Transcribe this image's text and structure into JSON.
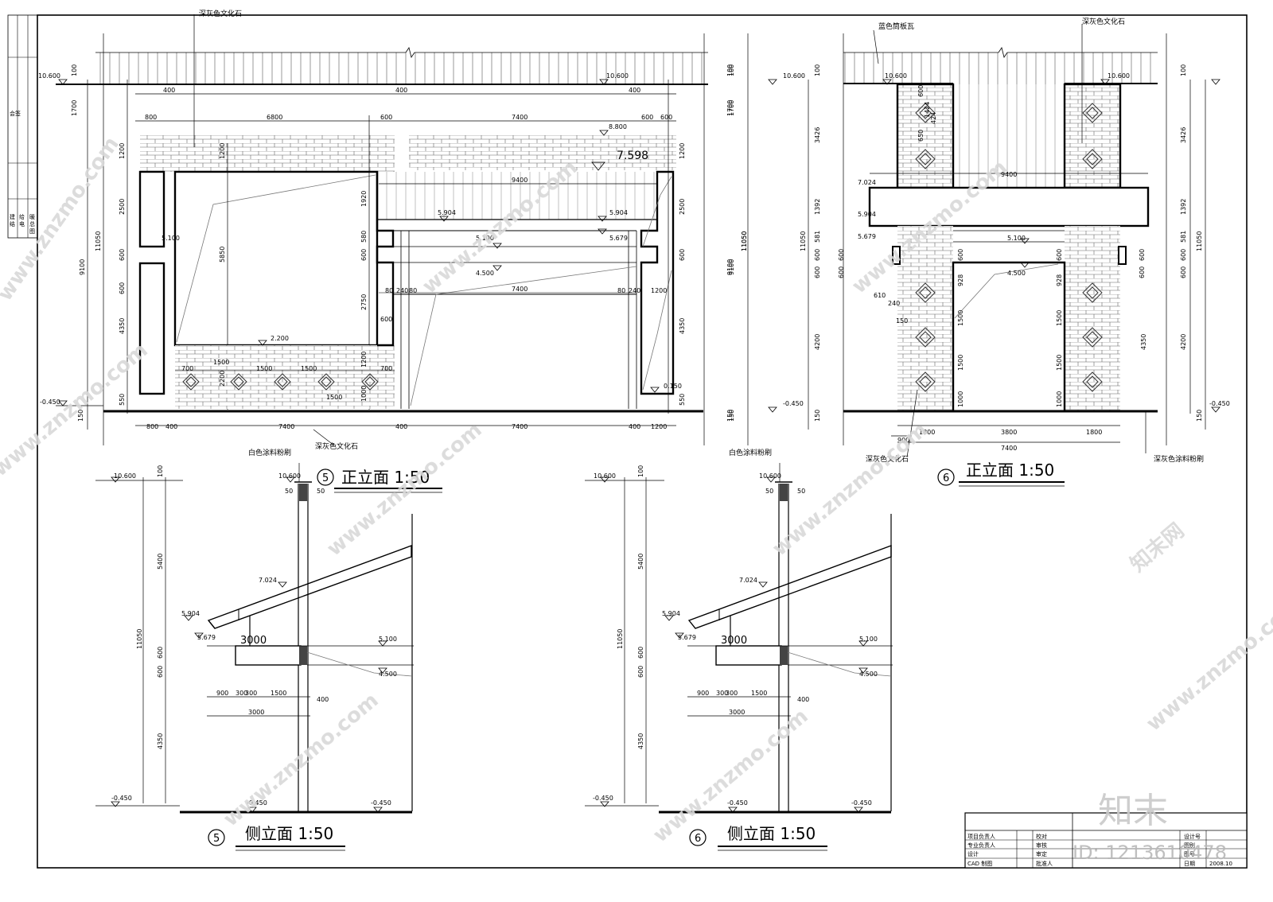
{
  "drawing": {
    "elev5_front": {
      "title": "正立面 1:50",
      "num": "5",
      "label_top": "深灰色文化石",
      "label_bottom": "深灰色文化石",
      "elev_left": [
        "10.600",
        "-0.450"
      ],
      "elev_inner": [
        "10.600",
        "8.800",
        "7.598",
        "5.904",
        "5.904",
        "5.679",
        "5.100",
        "5.100",
        "4.500",
        "2.200",
        "0.150"
      ],
      "dims_left": [
        "100",
        "1700",
        "1200",
        "2500",
        "600",
        "4350",
        "550",
        "150",
        "11050",
        "9100"
      ],
      "dims_right": [
        "100",
        "1700",
        "1200",
        "2500",
        "600",
        "4350",
        "550",
        "150",
        "11050",
        "9100"
      ],
      "dims_top": [
        "400",
        "400",
        "400",
        "800",
        "6800",
        "600",
        "7400",
        "600",
        "600",
        "9400"
      ],
      "dims_bottom": [
        "800",
        "400",
        "7400",
        "400",
        "7400",
        "400",
        "1200"
      ],
      "dims_inner": [
        "5850",
        "1200",
        "1920",
        "580",
        "600",
        "2750",
        "600",
        "2200",
        "1200",
        "1000",
        "700",
        "1500",
        "1500",
        "1500",
        "700",
        "1500",
        "80",
        "240",
        "80",
        "7400",
        "80",
        "240",
        "1200",
        "600",
        "5100"
      ]
    },
    "elev6_front": {
      "title": "正立面 1:50",
      "num": "6",
      "label_top_left": "蓝色筒板瓦",
      "label_top_right": "深灰色文化石",
      "label_bottom_left": "深灰色文化石",
      "label_bottom_right": "深灰色涂料粉刷",
      "elevs": [
        "10.600",
        "10.600",
        "10.600",
        "7.024",
        "5.904",
        "5.679",
        "5.100",
        "4.500",
        "-0.450",
        "-0.450"
      ],
      "dims_left": [
        "100",
        "3426",
        "1392",
        "581",
        "600",
        "600",
        "4200",
        "150",
        "11050"
      ],
      "dims_right": [
        "100",
        "3426",
        "1392",
        "581",
        "600",
        "600",
        "4200",
        "150",
        "11050"
      ],
      "dims_far": [
        "100",
        "1700",
        "11050",
        "9100",
        "4350",
        "150"
      ],
      "dims_inner": [
        "600",
        "1424",
        "424",
        "650",
        "9400",
        "928",
        "1500",
        "1500",
        "1000",
        "928",
        "1500",
        "1500",
        "1000",
        "600",
        "600",
        "600",
        "600",
        "610",
        "240",
        "150",
        "600",
        "600"
      ],
      "dims_bottom": [
        "1800",
        "3800",
        "1800",
        "7400",
        "900"
      ]
    },
    "side5": {
      "title": "侧立面 1:50",
      "num": "5",
      "label": "白色涂料粉刷",
      "elevs": [
        "10.600",
        "7.024",
        "5.904",
        "5.679",
        "5.100",
        "4.500",
        "-0.450",
        "-0.450",
        "-0.450"
      ],
      "dims_v": [
        "100",
        "5400",
        "11050",
        "600",
        "600",
        "4350"
      ],
      "dims_h": [
        "50",
        "50",
        "3000",
        "900",
        "300",
        "300",
        "1500",
        "3000",
        "400"
      ]
    },
    "side6": {
      "title": "侧立面 1:50",
      "num": "6",
      "label": "白色涂料粉刷",
      "elevs": [
        "10.600",
        "7.024",
        "5.904",
        "5.679",
        "5.100",
        "4.500",
        "-0.450",
        "-0.450",
        "-0.450"
      ],
      "dims_v": [
        "100",
        "5400",
        "11050",
        "600",
        "600",
        "4350"
      ],
      "dims_h": [
        "50",
        "50",
        "3000",
        "900",
        "300",
        "300",
        "1500",
        "3000",
        "400"
      ]
    },
    "title_block": {
      "rows_left": [
        "项目负责人",
        "专业负责人",
        "设计",
        "CAD 制图"
      ],
      "rows_mid": [
        "校对",
        "审核",
        "审定",
        "批准人"
      ],
      "rows_right": [
        "设计号",
        "图别",
        "图号",
        "日期"
      ],
      "date": "2008.10"
    },
    "margin_block": [
      "会签",
      "建",
      "结",
      "给",
      "电",
      "暖",
      "总",
      "图"
    ],
    "watermarks": {
      "site": "www.znzmo.com",
      "brand": "知末网",
      "logo": "知末",
      "id": "ID: 1213610478"
    }
  }
}
